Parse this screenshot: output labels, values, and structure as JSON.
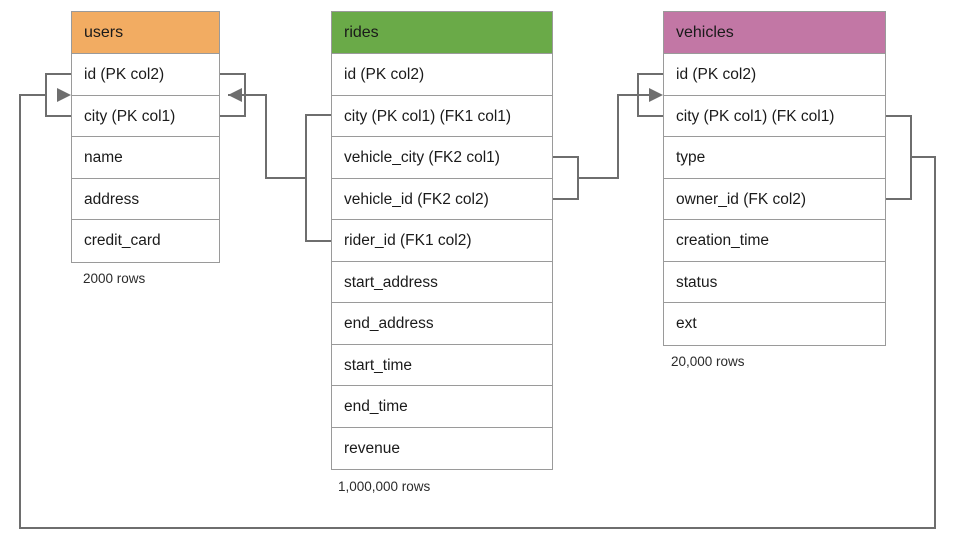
{
  "diagram": {
    "title": "ride-sharing database schema",
    "type": "entity-relationship-diagram",
    "background": "#ffffff",
    "connector_color": "#6e6e6e"
  },
  "tables": [
    {
      "name": "users",
      "header_color": "#f2ac62",
      "row_count": "2000 rows",
      "columns": [
        "id (PK col2)",
        "city (PK col1)",
        "name",
        "address",
        "credit_card"
      ]
    },
    {
      "name": "rides",
      "header_color": "#6aaa48",
      "row_count": "1,000,000 rows",
      "columns": [
        "id (PK col2)",
        "city (PK col1) (FK1 col1)",
        "vehicle_city (FK2 col1)",
        "vehicle_id (FK2 col2)",
        "rider_id (FK1 col2)",
        "start_address",
        "end_address",
        "start_time",
        "end_time",
        "revenue"
      ]
    },
    {
      "name": "vehicles",
      "header_color": "#c277a5",
      "row_count": "20,000 rows",
      "columns": [
        "id (PK col2)",
        "city (PK col1) (FK col1)",
        "type",
        "owner_id (FK col2)",
        "creation_time",
        "status",
        "ext"
      ]
    }
  ],
  "relationships": [
    {
      "name": "rides-fk1-to-users",
      "from_table": "rides",
      "from_columns": [
        "city (PK col1) (FK1 col1)",
        "rider_id (FK1 col2)"
      ],
      "to_table": "users",
      "to_columns": [
        "id (PK col2)",
        "city (PK col1)"
      ]
    },
    {
      "name": "rides-fk2-to-vehicles",
      "from_table": "rides",
      "from_columns": [
        "vehicle_city (FK2 col1)",
        "vehicle_id (FK2 col2)"
      ],
      "to_table": "vehicles",
      "to_columns": [
        "id (PK col2)",
        "city (PK col1) (FK col1)"
      ]
    },
    {
      "name": "vehicles-fk-to-users",
      "from_table": "vehicles",
      "from_columns": [
        "city (PK col1) (FK col1)",
        "owner_id (FK col2)"
      ],
      "to_table": "users",
      "to_columns": [
        "id (PK col2)",
        "city (PK col1)"
      ]
    }
  ]
}
